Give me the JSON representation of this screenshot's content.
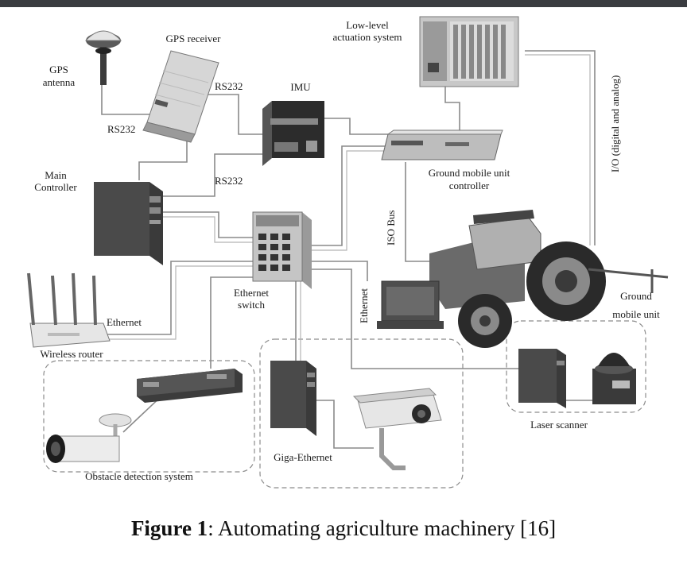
{
  "labels": {
    "gps_antenna_1": "GPS",
    "gps_antenna_2": "antenna",
    "gps_receiver": "GPS receiver",
    "rs232_a": "RS232",
    "rs232_b": "RS232",
    "rs232_c": "RS232",
    "imu": "IMU",
    "low_level_1": "Low-level",
    "low_level_2": "actuation system",
    "io": "I/O (digital and analog)",
    "gmu_controller_1": "Ground mobile unit",
    "gmu_controller_2": "controller",
    "main_controller_1": "Main",
    "main_controller_2": "Controller",
    "iso_bus": "ISO Bus",
    "ethernet_vertical": "Ethernet",
    "ethernet_switch_1": "Ethernet",
    "ethernet_switch_2": "switch",
    "ethernet_router": "Ethernet",
    "wireless_router": "Wireless router",
    "ground_mobile_unit_1": "Ground",
    "ground_mobile_unit_2": "mobile unit",
    "laser_scanner": "Laser scanner",
    "giga_ethernet": "Giga-Ethernet",
    "obstacle_detection": "Obstacle detection system"
  },
  "caption": {
    "figure_label": "Figure 1",
    "text": ": Automating agriculture machinery [16]"
  }
}
